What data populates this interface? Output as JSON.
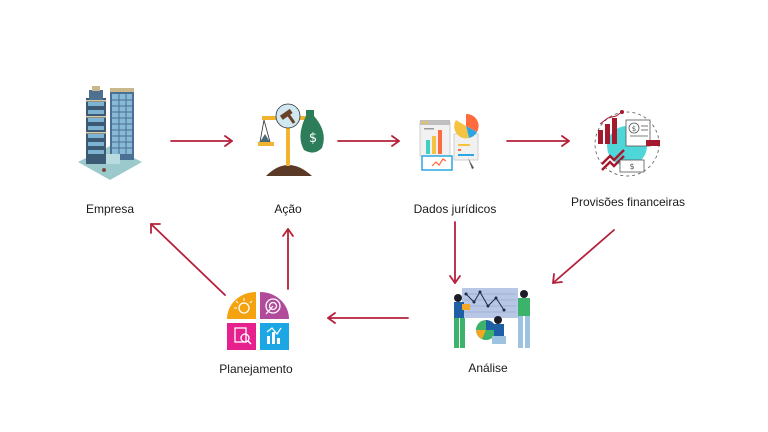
{
  "colors": {
    "arrow": "#b5213a",
    "label": "#1a1a1a"
  },
  "nodes": [
    {
      "id": "empresa",
      "label": "Empresa",
      "icon": "office-buildings-icon"
    },
    {
      "id": "acao",
      "label": "Ação",
      "icon": "justice-scale-icon"
    },
    {
      "id": "dados",
      "label": "Dados jurídicos",
      "icon": "data-dashboard-icon"
    },
    {
      "id": "provisoes",
      "label": "Provisões financeiras",
      "icon": "financial-provisions-icon"
    },
    {
      "id": "analise",
      "label": "Análise",
      "icon": "team-analysis-icon"
    },
    {
      "id": "planejamento",
      "label": "Planejamento",
      "icon": "planning-quadrants-icon"
    }
  ],
  "edges": [
    {
      "from": "empresa",
      "to": "acao"
    },
    {
      "from": "acao",
      "to": "dados"
    },
    {
      "from": "dados",
      "to": "provisoes"
    },
    {
      "from": "dados",
      "to": "analise"
    },
    {
      "from": "provisoes",
      "to": "analise"
    },
    {
      "from": "analise",
      "to": "planejamento"
    },
    {
      "from": "planejamento",
      "to": "acao"
    },
    {
      "from": "planejamento",
      "to": "empresa"
    }
  ]
}
